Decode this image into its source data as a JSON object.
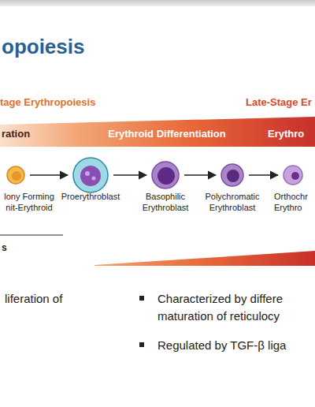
{
  "diagram": {
    "title": "opoiesis",
    "nodes": [
      {
        "text": [
          "ration",
          "Erythroid Differentiation",
          "Erythro"
        ]
      },
      {
        "text": [
          "lony Forming nit-Erythroid"
        ]
      },
      {
        "text": [
          "Proerythroblast"
        ]
      },
      {
        "text": [
          "Basophilic Erythroblast"
        ]
      },
      {
        "text": [
          "Polychromatic Erythroblast"
        ]
      },
      {
        "text": [
          "Orthochr Erythro"
        ]
      }
    ],
    "edges": [
      {
        "from": 1,
        "to": 2,
        "arrow": "to"
      },
      {
        "from": 2,
        "to": 3,
        "arrow": "to"
      },
      {
        "from": 3,
        "to": 4,
        "arrow": "to"
      },
      {
        "from": 4,
        "to": 5,
        "arrow": "to"
      }
    ],
    "labels": [
      "tage Erythropoiesis",
      "Late-Stage Er",
      "s",
      "liferation of",
      "Characterized by differe maturation of reticulocy",
      "Regulated by TGF-β liga"
    ]
  }
}
